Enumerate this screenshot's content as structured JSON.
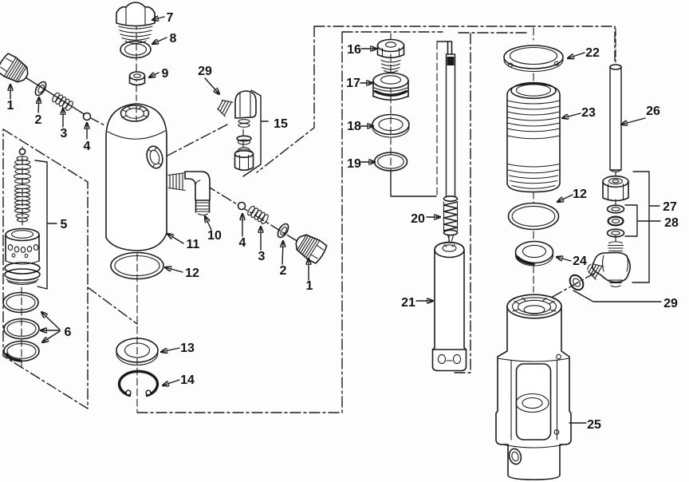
{
  "figure": {
    "callouts": {
      "c1a": {
        "label": "1"
      },
      "c2a": {
        "label": "2"
      },
      "c3a": {
        "label": "3"
      },
      "c4a": {
        "label": "4"
      },
      "c5": {
        "label": "5"
      },
      "c6": {
        "label": "6"
      },
      "c7": {
        "label": "7"
      },
      "c8": {
        "label": "8"
      },
      "c9": {
        "label": "9"
      },
      "c10": {
        "label": "10"
      },
      "c11": {
        "label": "11"
      },
      "c12a": {
        "label": "12"
      },
      "c12b": {
        "label": "12"
      },
      "c13": {
        "label": "13"
      },
      "c14": {
        "label": "14"
      },
      "c15": {
        "label": "15"
      },
      "c16": {
        "label": "16"
      },
      "c17": {
        "label": "17"
      },
      "c18": {
        "label": "18"
      },
      "c19": {
        "label": "19"
      },
      "c20": {
        "label": "20"
      },
      "c21": {
        "label": "21"
      },
      "c22": {
        "label": "22"
      },
      "c23": {
        "label": "23"
      },
      "c24": {
        "label": "24"
      },
      "c25": {
        "label": "25"
      },
      "c26": {
        "label": "26"
      },
      "c27": {
        "label": "27"
      },
      "c28": {
        "label": "28"
      },
      "c29a": {
        "label": "29"
      },
      "c29b": {
        "label": "29"
      },
      "c1b": {
        "label": "1"
      },
      "c2b": {
        "label": "2"
      },
      "c3b": {
        "label": "3"
      },
      "c4b": {
        "label": "4"
      }
    }
  }
}
